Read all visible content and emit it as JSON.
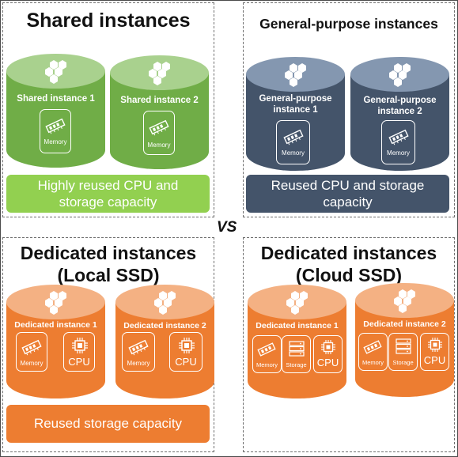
{
  "vs_label": "VS",
  "colors": {
    "shared": "#70AD47",
    "general": "#44546A",
    "dedicated": "#ED7D31",
    "shared_bar": "#92D050",
    "general_bar": "#44546A",
    "dedicated_bar": "#ED7D31"
  },
  "shared": {
    "title": "Shared instances",
    "instances": [
      {
        "label": "Shared instance 1",
        "components": [
          {
            "icon": "memory-icon",
            "label": "Memory"
          }
        ]
      },
      {
        "label": "Shared instance 2",
        "components": [
          {
            "icon": "memory-icon",
            "label": "Memory"
          }
        ]
      }
    ],
    "bar": "Highly reused CPU and storage capacity"
  },
  "general": {
    "title": "General-purpose instances",
    "instances": [
      {
        "label_line1": "General-purpose",
        "label_line2": "instance 1",
        "components": [
          {
            "icon": "memory-icon",
            "label": "Memory"
          }
        ]
      },
      {
        "label_line1": "General-purpose",
        "label_line2": "instance 2",
        "components": [
          {
            "icon": "memory-icon",
            "label": "Memory"
          }
        ]
      }
    ],
    "bar": "Reused CPU and storage capacity"
  },
  "local": {
    "title_line1": "Dedicated instances",
    "title_line2": "(Local SSD)",
    "instances": [
      {
        "label": "Dedicated instance 1",
        "components": [
          {
            "icon": "memory-icon",
            "label": "Memory"
          },
          {
            "icon": "cpu-icon",
            "label": "CPU"
          }
        ]
      },
      {
        "label": "Dedicated instance 2",
        "components": [
          {
            "icon": "memory-icon",
            "label": "Memory"
          },
          {
            "icon": "cpu-icon",
            "label": "CPU"
          }
        ]
      }
    ],
    "bar": "Reused storage capacity"
  },
  "cloud": {
    "title_line1": "Dedicated instances",
    "title_line2": "(Cloud SSD)",
    "instances": [
      {
        "label": "Dedicated instance 1",
        "components": [
          {
            "icon": "memory-icon",
            "label": "Memory"
          },
          {
            "icon": "storage-icon",
            "label": "Storage"
          },
          {
            "icon": "cpu-icon",
            "label": "CPU"
          }
        ]
      },
      {
        "label": "Dedicated instance 2",
        "components": [
          {
            "icon": "memory-icon",
            "label": "Memory"
          },
          {
            "icon": "storage-icon",
            "label": "Storage"
          },
          {
            "icon": "cpu-icon",
            "label": "CPU"
          }
        ]
      }
    ]
  }
}
